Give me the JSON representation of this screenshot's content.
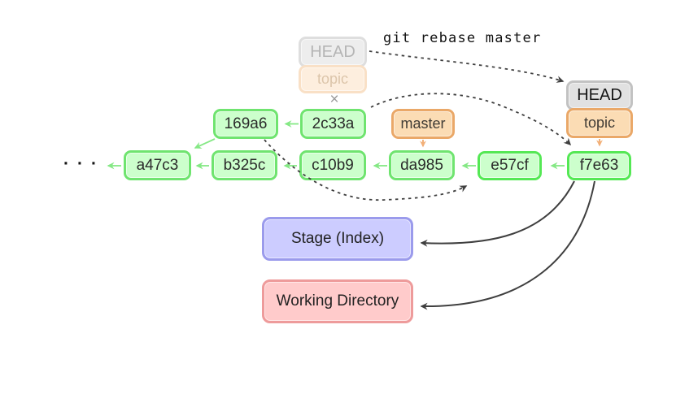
{
  "command_annotation": "git rebase master",
  "ghost_pointer": {
    "head_label": "HEAD",
    "branch_label": "topic",
    "detach_mark": "×"
  },
  "head_pointer": {
    "head_label": "HEAD",
    "branch_label": "topic"
  },
  "master_label": "master",
  "graph": {
    "ellipsis": "···",
    "commits": {
      "a47c3": "a47c3",
      "b325c": "b325c",
      "c10b9": "c10b9",
      "da985": "da985",
      "e57cf": "e57cf",
      "f7e63": "f7e63",
      "169a6": "169a6",
      "2c33a": "2c33a"
    },
    "highlighted_commits": [
      "e57cf",
      "f7e63"
    ],
    "rebased_source_commits": [
      "169a6",
      "2c33a"
    ]
  },
  "areas": {
    "stage_label": "Stage (Index)",
    "working_directory_label": "Working Directory"
  },
  "colors": {
    "commit_fill": "#ccffcc",
    "commit_border": "#6fe46f",
    "commit_hl_border": "#54e854",
    "highlight_glow": "#ffff2e",
    "ref_fill": "#fbdcb4",
    "ref_border": "#eaa868",
    "head_fill": "#e1e1e1",
    "head_border": "#c2c2c2",
    "stage_fill": "#ccccff",
    "stage_border": "#9b9bec",
    "wd_fill": "#ffcbcb",
    "wd_border": "#ee9b9b",
    "arrow_dark": "#3f3f3f",
    "arrow_green": "#85e885",
    "arrow_orange": "#f2b079"
  }
}
